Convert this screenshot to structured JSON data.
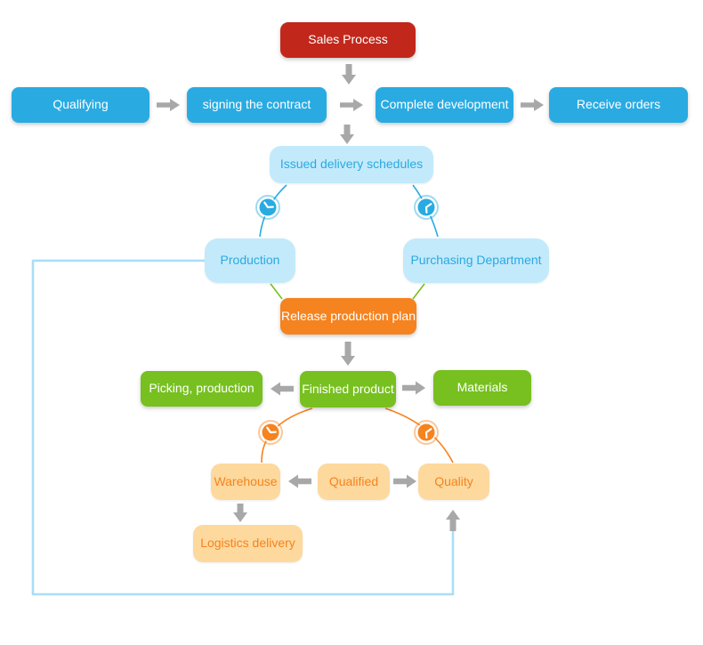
{
  "title": "Sales Process flowchart",
  "colors": {
    "red": "#c1281b",
    "blue": "#29abe2",
    "lightBlue": "#c3eafb",
    "lightBlueText": "#2aa9e0",
    "green": "#77c01f",
    "orange": "#f5831f",
    "lightOrange": "#fdd99e",
    "lightOrangeText": "#f5831f",
    "gray": "#a8a8a8",
    "feedback": "#a9def5"
  },
  "icons": {
    "timer": "clock-icon"
  },
  "nodes": {
    "sales_process": "Sales Process",
    "qualifying": "Qualifying",
    "signing_the_contract": "signing the contract",
    "complete_development": "Complete development",
    "receive_orders": "Receive orders",
    "issued_delivery_schedules": "Issued delivery schedules",
    "production": "Production",
    "purchasing_department": "Purchasing Department",
    "release_production_plan": "Release production plan",
    "picking_production": "Picking, production",
    "finished_product": "Finished product",
    "materials": "Materials",
    "warehouse": "Warehouse",
    "qualified": "Qualified",
    "quality": "Quality",
    "logistics_delivery": "Logistics delivery"
  }
}
